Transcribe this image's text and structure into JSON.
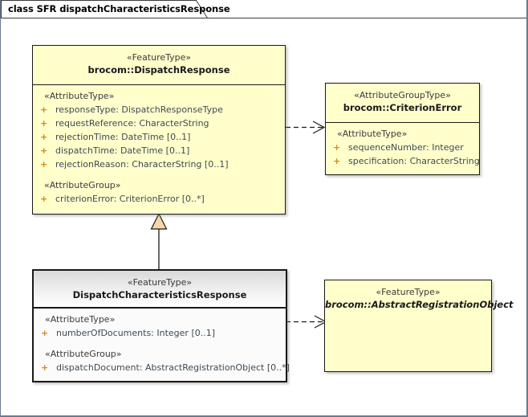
{
  "diagram": {
    "tab_label": "class SFR dispatchCharacteristicsResponse",
    "background": "#ffffff",
    "class_fill": "#ffffcc",
    "selected_fill": "#fbfbfb",
    "border_color": "#1a1a1a",
    "visibility_color": "#d08a22",
    "attribute_color": "#3d4a55",
    "generalization_arrow_fill": "#f5d6a8"
  },
  "classes": [
    {
      "id": "dispatch-response",
      "stereotype": "«FeatureType»",
      "name": "brocom::DispatchResponse",
      "abstract": false,
      "selected": false,
      "compartments": [
        {
          "group": "«AttributeType»",
          "attributes": [
            {
              "visibility": "+",
              "text": "responseType: DispatchResponseType"
            },
            {
              "visibility": "+",
              "text": "requestReference: CharacterString"
            },
            {
              "visibility": "+",
              "text": "rejectionTime: DateTime [0..1]"
            },
            {
              "visibility": "+",
              "text": "dispatchTime: DateTime [0..1]"
            },
            {
              "visibility": "+",
              "text": "rejectionReason: CharacterString [0..1]"
            }
          ]
        },
        {
          "group": "«AttributeGroup»",
          "attributes": [
            {
              "visibility": "+",
              "text": "criterionError: CriterionError [0..*]"
            }
          ]
        }
      ]
    },
    {
      "id": "criterion-error",
      "stereotype": "«AttributeGroupType»",
      "name": "brocom::CriterionError",
      "abstract": false,
      "selected": false,
      "compartments": [
        {
          "group": "«AttributeType»",
          "attributes": [
            {
              "visibility": "+",
              "text": "sequenceNumber: Integer"
            },
            {
              "visibility": "+",
              "text": "specification: CharacterString"
            }
          ]
        }
      ]
    },
    {
      "id": "dispatch-characteristics-response",
      "stereotype": "«FeatureType»",
      "name": "DispatchCharacteristicsResponse",
      "abstract": false,
      "selected": true,
      "compartments": [
        {
          "group": "«AttributeType»",
          "attributes": [
            {
              "visibility": "+",
              "text": "numberOfDocuments: Integer [0..1]"
            }
          ]
        },
        {
          "group": "«AttributeGroup»",
          "attributes": [
            {
              "visibility": "+",
              "text": "dispatchDocument: AbstractRegistrationObject [0..*]"
            }
          ]
        }
      ]
    },
    {
      "id": "abstract-registration-object",
      "stereotype": "«FeatureType»",
      "name": "brocom::AbstractRegistrationObject",
      "abstract": true,
      "selected": false,
      "compartments": []
    }
  ],
  "connectors": [
    {
      "id": "dep-dispatchresponse-criterionerror",
      "type": "dependency",
      "from": "dispatch-response",
      "to": "criterion-error"
    },
    {
      "id": "generalization-dcr-dispatchresponse",
      "type": "generalization",
      "from": "dispatch-characteristics-response",
      "to": "dispatch-response"
    },
    {
      "id": "dep-dcr-abstractregistrationobject",
      "type": "dependency",
      "from": "dispatch-characteristics-response",
      "to": "abstract-registration-object"
    }
  ]
}
